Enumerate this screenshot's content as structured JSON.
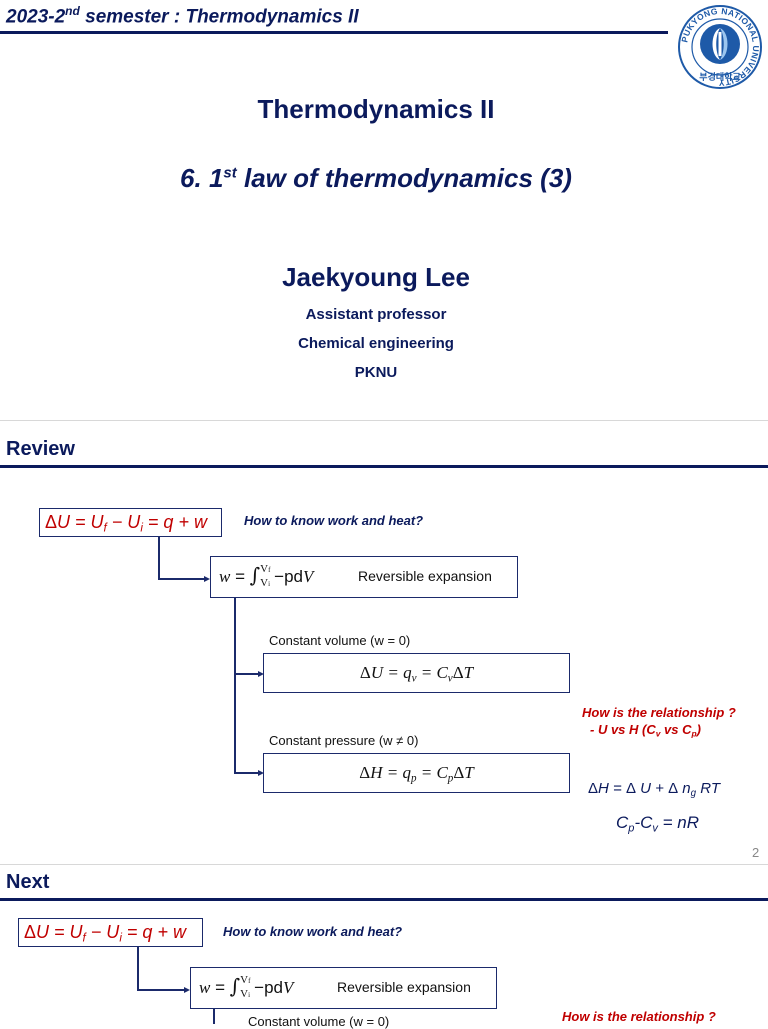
{
  "header": {
    "year_text": "2023-2",
    "year_sup": "nd",
    "course_text": " semester : Thermodynamics II"
  },
  "title": {
    "course": "Thermodynamics II",
    "lecture_prefix": "6. 1",
    "lecture_sup": "st",
    "lecture_rest": " law of  thermodynamics (3)",
    "author": "Jaekyoung Lee",
    "role": "Assistant professor",
    "department": "Chemical engineering",
    "institution": "PKNU"
  },
  "logo": {
    "ring_text": "PUKYONG NATIONAL UNIVERSITY",
    "bottom_text": "부경대학교"
  },
  "review": {
    "heading": "Review",
    "q_label": "How to know work and heat?",
    "eq_main": "ΔU = Uf − Ui = q + w",
    "w_label": "w = ",
    "w_tail": "−pdV",
    "w_upper": "Vf",
    "w_lower": "Vi",
    "rev_label": "Reversible expansion",
    "cv_label": "Constant volume (w = 0)",
    "cv_eq": "ΔU = qv = CvΔT",
    "cp_label": "Constant pressure (w ≠ 0)",
    "cp_eq": "ΔH = qp = CpΔT",
    "relationship_q": "How is the relationship ?",
    "relationship_sub": "-  U vs H (Cv vs Cp)",
    "dh_eq": "ΔH = Δ U + Δ ng RT",
    "cpcv_eq": "Cp-Cv = nR",
    "page_number": "2"
  },
  "next": {
    "heading": "Next",
    "q_label": "How to know work and heat?",
    "rev_label": "Reversible expansion",
    "cv_label": "Constant volume (w = 0)",
    "relationship_q": "How is the relationship ?"
  },
  "colors": {
    "navy": "#0b1a5c",
    "red": "#c00000",
    "logo_blue": "#1e5aa8"
  }
}
